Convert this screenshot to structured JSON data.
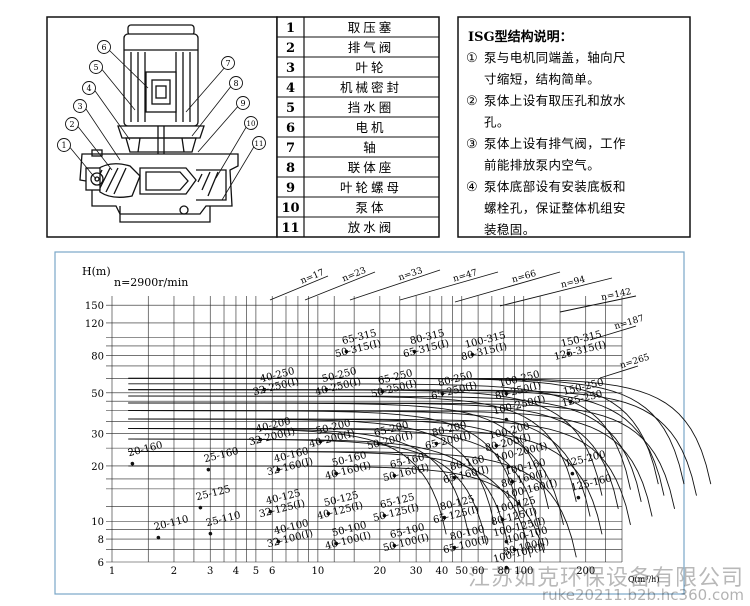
{
  "parts_table": {
    "rows": [
      {
        "no": "1",
        "name": "取压塞"
      },
      {
        "no": "2",
        "name": "排气阀"
      },
      {
        "no": "3",
        "name": "叶轮"
      },
      {
        "no": "4",
        "name": "机械密封"
      },
      {
        "no": "5",
        "name": "挡水圈"
      },
      {
        "no": "6",
        "name": "电机"
      },
      {
        "no": "7",
        "name": "轴"
      },
      {
        "no": "8",
        "name": "联体座"
      },
      {
        "no": "9",
        "name": "叶轮螺母"
      },
      {
        "no": "10",
        "name": "泵体"
      },
      {
        "no": "11",
        "name": "放水阀"
      }
    ]
  },
  "pump_callouts": [
    "1",
    "2",
    "3",
    "4",
    "5",
    "6",
    "7",
    "8",
    "9",
    "10",
    "11"
  ],
  "description": {
    "title": "ISG型结构说明：",
    "items": [
      {
        "mark": "①",
        "lines": [
          "泵与电机同端盖，轴向尺",
          "寸缩短，结构简单。"
        ]
      },
      {
        "mark": "②",
        "lines": [
          "泵体上设有取压孔和放水",
          "孔。"
        ]
      },
      {
        "mark": "③",
        "lines": [
          "泵体上设有排气阀，工作",
          "前能排放泵内空气。"
        ]
      },
      {
        "mark": "④",
        "lines": [
          "泵体底部设有安装底板和",
          "螺栓孔，保证整体机组安",
          "装稳固。"
        ]
      }
    ]
  },
  "chart_data": {
    "type": "other",
    "speed_label": "n=2900r/min",
    "ylabel": "H(m)",
    "xlabel": "Q(m³/h)",
    "x_ticks": [
      "1",
      "2",
      "3",
      "4",
      "5",
      "6",
      "10",
      "20",
      "30",
      "40",
      "50",
      "60",
      "80",
      "100",
      "200"
    ],
    "y_ticks": [
      "150",
      "120",
      "80",
      "50",
      "30",
      "20",
      "10",
      "8",
      "6"
    ],
    "power_lines": [
      "n=17",
      "n=23",
      "n=33",
      "n=47",
      "n=66",
      "n=94",
      "n=142",
      "n=187",
      "n=265"
    ],
    "models": [
      {
        "l1": "65-315",
        "l2": "50-315(I)"
      },
      {
        "l1": "80-315",
        "l2": "65-315(I)"
      },
      {
        "l1": "100-315",
        "l2": "80-315(I)"
      },
      {
        "l1": "150-315",
        "l2": "125-315(I)"
      },
      {
        "l1": "40-250",
        "l2": "32-250(I)"
      },
      {
        "l1": "50-250",
        "l2": "40-250(I)"
      },
      {
        "l1": "65-250",
        "l2": "50-250(I)"
      },
      {
        "l1": "80-250",
        "l2": "65-250(I)"
      },
      {
        "l1": "100-250",
        "l2": "80-250(I)"
      },
      {
        "l1": "100-250(I)",
        "l2": ""
      },
      {
        "l1": "150-250",
        "l2": "125-250"
      },
      {
        "l1": "40-200",
        "l2": "32-200(I)"
      },
      {
        "l1": "50-200",
        "l2": "40-200(I)"
      },
      {
        "l1": "65-200",
        "l2": "50-200(I)"
      },
      {
        "l1": "80-200",
        "l2": "65-200(I)"
      },
      {
        "l1": "100-200",
        "l2": "80-200(I)"
      },
      {
        "l1": "100-200(I)",
        "l2": ""
      },
      {
        "l1": "125-200",
        "l2": ""
      },
      {
        "l1": "20-160",
        "l2": ""
      },
      {
        "l1": "25-160",
        "l2": ""
      },
      {
        "l1": "40-160",
        "l2": "32-160(I)"
      },
      {
        "l1": "50-160",
        "l2": "40-160(I)"
      },
      {
        "l1": "65-160",
        "l2": "50-160(I)"
      },
      {
        "l1": "80-160",
        "l2": "65-160(I)"
      },
      {
        "l1": "100-160",
        "l2": "80-160(I)"
      },
      {
        "l1": "100-160(I)",
        "l2": ""
      },
      {
        "l1": "125-160",
        "l2": ""
      },
      {
        "l1": "25-125",
        "l2": ""
      },
      {
        "l1": "40-125",
        "l2": "32-125(I)"
      },
      {
        "l1": "50-125",
        "l2": "40-125(I)"
      },
      {
        "l1": "65-125",
        "l2": "50-125(I)"
      },
      {
        "l1": "80-125",
        "l2": "65-125(I)"
      },
      {
        "l1": "100-125",
        "l2": "80-125(I)"
      },
      {
        "l1": "100-125(I)",
        "l2": ""
      },
      {
        "l1": "20-110",
        "l2": ""
      },
      {
        "l1": "25-110",
        "l2": ""
      },
      {
        "l1": "40-100",
        "l2": "32-100(I)"
      },
      {
        "l1": "50-100",
        "l2": "40-100(I)"
      },
      {
        "l1": "65-100",
        "l2": "50-100(I)"
      },
      {
        "l1": "80-100",
        "l2": "65-100(I)"
      },
      {
        "l1": "100-100",
        "l2": "80-100(I)"
      },
      {
        "l1": "100-100(I)",
        "l2": ""
      }
    ]
  },
  "watermark": {
    "company": "江苏如克环保设备有限公司",
    "site": "ruke20211.b2b.hc360.com"
  },
  "colors": {
    "line": "#1a1a1a",
    "chart_border": "#7aa7c7",
    "grid": "#222222",
    "watermark": "#999999"
  }
}
